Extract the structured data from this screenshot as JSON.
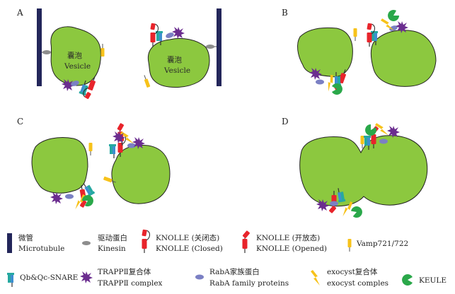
{
  "panels": {
    "a": "A",
    "b": "B",
    "c": "C",
    "d": "D"
  },
  "vesicle": {
    "cn": "囊泡",
    "en": "Vesicle"
  },
  "legend": {
    "microtubule": {
      "cn": "微管",
      "en": "Microtubule"
    },
    "kinesin": {
      "cn": "驱动蛋白",
      "en": "Kinesin"
    },
    "knolle_closed": {
      "cn": "KNOLLE (关闭态)",
      "en": "KNOLLE (Closed)"
    },
    "knolle_opened": {
      "cn": "KNOLLE (开放态)",
      "en": "KNOLLE (Opened)"
    },
    "vamp": {
      "en": "Vamp721/722"
    },
    "snare": {
      "en": "Qb&Qc-SNARE"
    },
    "trapp": {
      "cn": "TRAPPⅡ复合体",
      "en": "TRAPPⅡ complex"
    },
    "raba": {
      "cn": "RabA家族蛋白",
      "en": "RabA family proteins"
    },
    "exocyst": {
      "cn": "exocyst复合体",
      "en": "exocyst comples"
    },
    "keule": {
      "en": "KEULE"
    }
  },
  "colors": {
    "vesicle_fill": "#8cc83f",
    "microtubule": "#23265a",
    "kinesin": "#8d8d8d",
    "knolle": "#e8242b",
    "snare_blue": "#3d8fd0",
    "snare_teal": "#26a8a1",
    "vamp": "#f7c21a",
    "trapp": "#6b2d8f",
    "raba": "#7b80c4",
    "exocyst": "#f7c21a",
    "keule": "#2aa84a"
  }
}
